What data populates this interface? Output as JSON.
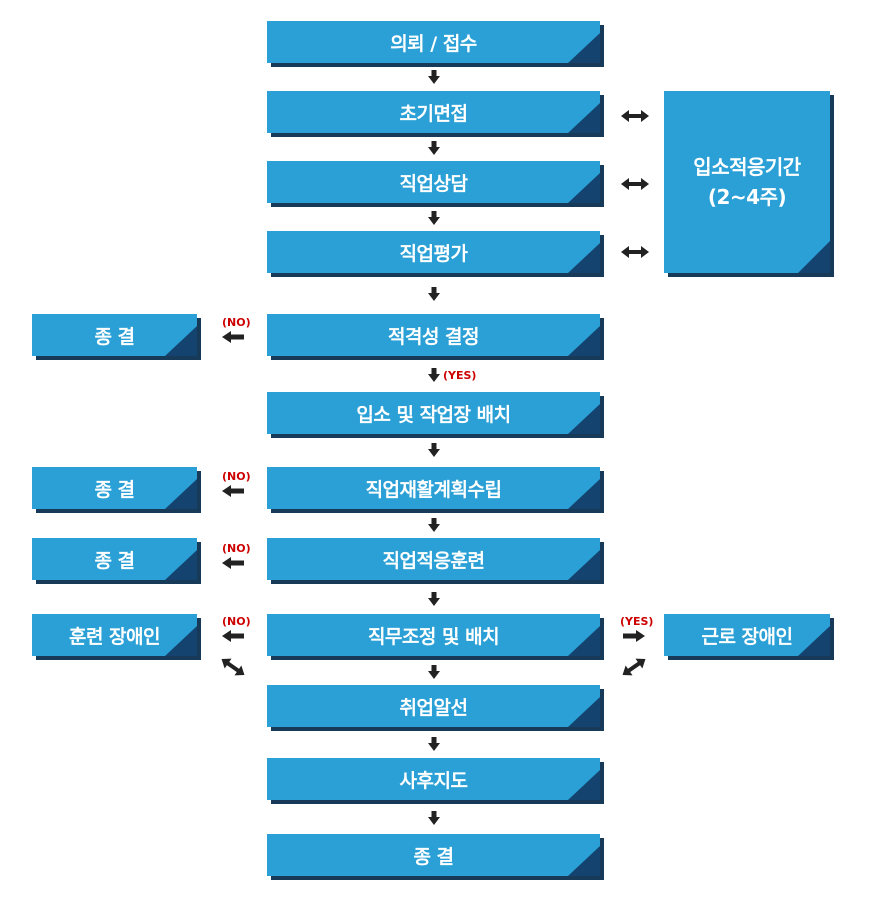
{
  "main_flow": [
    {
      "label": "의뢰 / 접수"
    },
    {
      "label": "초기면접"
    },
    {
      "label": "직업상담"
    },
    {
      "label": "직업평가"
    },
    {
      "label": "적격성 결정"
    },
    {
      "label": "입소 및 작업장 배치"
    },
    {
      "label": "직업재활계획수립"
    },
    {
      "label": "직업적응훈련"
    },
    {
      "label": "직무조정 및 배치"
    },
    {
      "label": "취업알선"
    },
    {
      "label": "사후지도"
    },
    {
      "label": "종 결"
    }
  ],
  "side_box": {
    "line1": "입소적응기간",
    "line2": "(2~4주)"
  },
  "left_boxes": [
    {
      "label": "종 결"
    },
    {
      "label": "종 결"
    },
    {
      "label": "종 결"
    },
    {
      "label": "훈련 장애인"
    }
  ],
  "right_box": {
    "label": "근로 장애인"
  },
  "tags": {
    "no": "(NO)",
    "yes": "(YES)"
  },
  "colors": {
    "box": "#2aa0d6",
    "shadow": "#173a58",
    "corner": "#13436e",
    "tag": "#cc0000",
    "arrow": "#222222"
  }
}
